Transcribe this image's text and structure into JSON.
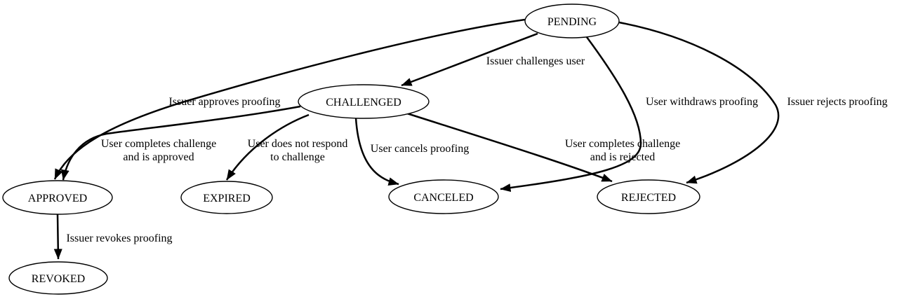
{
  "diagram": {
    "kind": "state-machine",
    "background_color": "#ffffff",
    "stroke_color": "#000000",
    "text_color": "#000000",
    "nodes": [
      {
        "id": "pending",
        "label": "PENDING"
      },
      {
        "id": "challenged",
        "label": "CHALLENGED"
      },
      {
        "id": "approved",
        "label": "APPROVED"
      },
      {
        "id": "expired",
        "label": "EXPIRED"
      },
      {
        "id": "canceled",
        "label": "CANCELED"
      },
      {
        "id": "rejected",
        "label": "REJECTED"
      },
      {
        "id": "revoked",
        "label": "REVOKED"
      }
    ],
    "edges": [
      {
        "from": "PENDING",
        "to": "CHALLENGED",
        "label_lines": [
          "Issuer challenges user"
        ]
      },
      {
        "from": "PENDING",
        "to": "APPROVED",
        "label_lines": [
          "Issuer approves proofing"
        ]
      },
      {
        "from": "PENDING",
        "to": "CANCELED",
        "label_lines": [
          "User withdraws proofing"
        ]
      },
      {
        "from": "PENDING",
        "to": "REJECTED",
        "label_lines": [
          "Issuer rejects proofing"
        ]
      },
      {
        "from": "CHALLENGED",
        "to": "APPROVED",
        "label_lines": [
          "User completes challenge",
          "and is approved"
        ]
      },
      {
        "from": "CHALLENGED",
        "to": "EXPIRED",
        "label_lines": [
          "User does not respond",
          "to challenge"
        ]
      },
      {
        "from": "CHALLENGED",
        "to": "CANCELED",
        "label_lines": [
          "User cancels proofing"
        ]
      },
      {
        "from": "CHALLENGED",
        "to": "REJECTED",
        "label_lines": [
          "User completes challenge",
          "and is rejected"
        ]
      },
      {
        "from": "APPROVED",
        "to": "REVOKED",
        "label_lines": [
          "Issuer revokes proofing"
        ]
      }
    ]
  }
}
